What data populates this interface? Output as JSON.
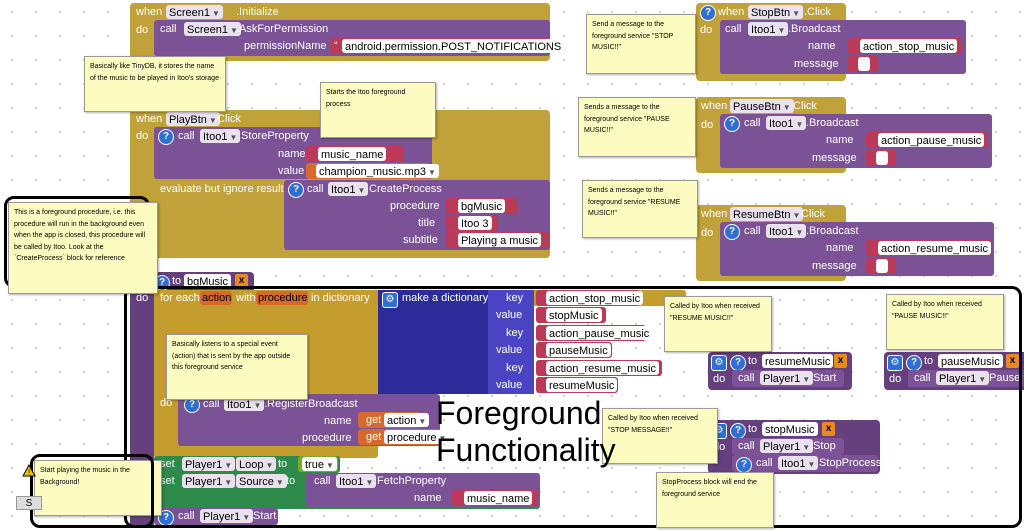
{
  "screen_init": {
    "when": "when",
    "component": "Screen1",
    "event": ".Initialize",
    "do": "do",
    "call": "call",
    "method": ".AskForPermission",
    "param": "permissionName",
    "permission": "android.permission.POST_NOTIFICATIONS"
  },
  "play_click": {
    "when": "when",
    "component": "PlayBtn",
    "event": ".Click",
    "do": "do",
    "call": "call",
    "comp_itoo": "Itoo1",
    "store_method": ".StoreProperty",
    "name_label": "name",
    "value_label": "value",
    "name_value": "music_name",
    "value_value": "champion_music.mp3",
    "eval_label": "evaluate but ignore result",
    "create_method": ".CreateProcess",
    "procedure_label": "procedure",
    "title_label": "title",
    "subtitle_label": "subtitle",
    "procedure_value": "bgMusic",
    "title_value": "Itoo 3",
    "subtitle_value": "Playing a music"
  },
  "stop_click": {
    "when": "when",
    "component": "StopBtn",
    "event": ".Click",
    "do": "do",
    "call": "call",
    "comp_itoo": "Itoo1",
    "method": ".Broadcast",
    "name_label": "name",
    "message_label": "message",
    "name_value": "action_stop_music"
  },
  "pause_click": {
    "when": "when",
    "component": "PauseBtn",
    "event": ".Click",
    "do": "do",
    "call": "call",
    "comp_itoo": "Itoo1",
    "method": ".Broadcast",
    "name_label": "name",
    "message_label": "message",
    "name_value": "action_pause_music"
  },
  "resume_click": {
    "when": "when",
    "component": "ResumeBtn",
    "event": ".Click",
    "do": "do",
    "call": "call",
    "comp_itoo": "Itoo1",
    "method": ".Broadcast",
    "name_label": "name",
    "message_label": "message",
    "name_value": "action_resume_music"
  },
  "bg_music": {
    "to": "to",
    "proc_name": "bgMusic",
    "x": "x",
    "do": "do",
    "for_each": "for each",
    "item": "action",
    "with": "with",
    "item2": "procedure",
    "in_dict": "in dictionary",
    "make_dict": "make a dictionary",
    "key_label": "key",
    "value_label": "value",
    "pairs": [
      {
        "key": "action_stop_music",
        "value": "stopMusic"
      },
      {
        "key": "action_pause_music",
        "value": "pauseMusic"
      },
      {
        "key": "action_resume_music",
        "value": "resumeMusic"
      }
    ],
    "call": "call",
    "comp_itoo": "Itoo1",
    "register_method": ".RegisterBroadcast",
    "name_label": "name",
    "procedure_label": "procedure",
    "get": "get",
    "get_action": "action",
    "get_procedure": "procedure",
    "set": "set",
    "player": "Player1",
    "loop_prop": "Loop",
    "source_prop": "Source",
    "to_label": "to",
    "true_val": "true",
    "fetch_method": ".FetchProperty",
    "fetch_name_value": "music_name",
    "start_method": ".Start"
  },
  "resume_proc": {
    "to": "to",
    "name": "resumeMusic",
    "x": "x",
    "do": "do",
    "call": "call",
    "player": "Player1",
    "method": ".Start"
  },
  "pause_proc": {
    "to": "to",
    "name": "pauseMusic",
    "x": "x",
    "do": "do",
    "call": "call",
    "player": "Player1",
    "method": ".Pause"
  },
  "stop_proc": {
    "to": "to",
    "name": "stopMusic",
    "x": "x",
    "do": "do",
    "call": "call",
    "player": "Player1",
    "method": ".Stop",
    "comp_itoo": "Itoo1",
    "method2": ".StopProcess"
  },
  "overlay_text": {
    "line1": "Foreground",
    "line2": "Functionality"
  },
  "comments": {
    "stop_broadcast": "Send a message to the foreground service \"STOP MUSIC!!\"",
    "pause_broadcast": "Sends a message to the foreground service \"PAUSE MUSIC!!\"",
    "resume_broadcast": "Sends a message to the foreground service \"RESUME MUSIC!!\"",
    "store_property": "Basically like TinyDB, it stores the name of the music to be played in Itoo's storage",
    "create_process": "Starts the Itoo foreground process",
    "foreground_procedure": "This is a foreground procedure, i.e. this procedure will run in the background even when the app is closed, this procedure will be called by Itoo. Look at the `CreateProcess` block for reference",
    "register_broadcast": "Basically listens to a special event (action) that is sent by the app outside this foreground service",
    "resume_received": "Called by Itoo when received \"RESUME MUSIC!!\"",
    "pause_received": "Called by Itoo when received \"PAUSE MUSIC!!\"",
    "stop_received": "Called by Itoo when received \"STOP MESSAGE!!\"",
    "stop_process": "StopProcess block will end the foreground service",
    "start_music": "Start playing the music in the Background!"
  },
  "corner_label": "S",
  "colors": {
    "event": "#c0a13a",
    "component": "#7b5295",
    "dictionary": "#2d2a9a",
    "text": "#ba3a57",
    "variable": "#d66a2a",
    "logic": "#7fa832",
    "highlight": "#000000"
  }
}
